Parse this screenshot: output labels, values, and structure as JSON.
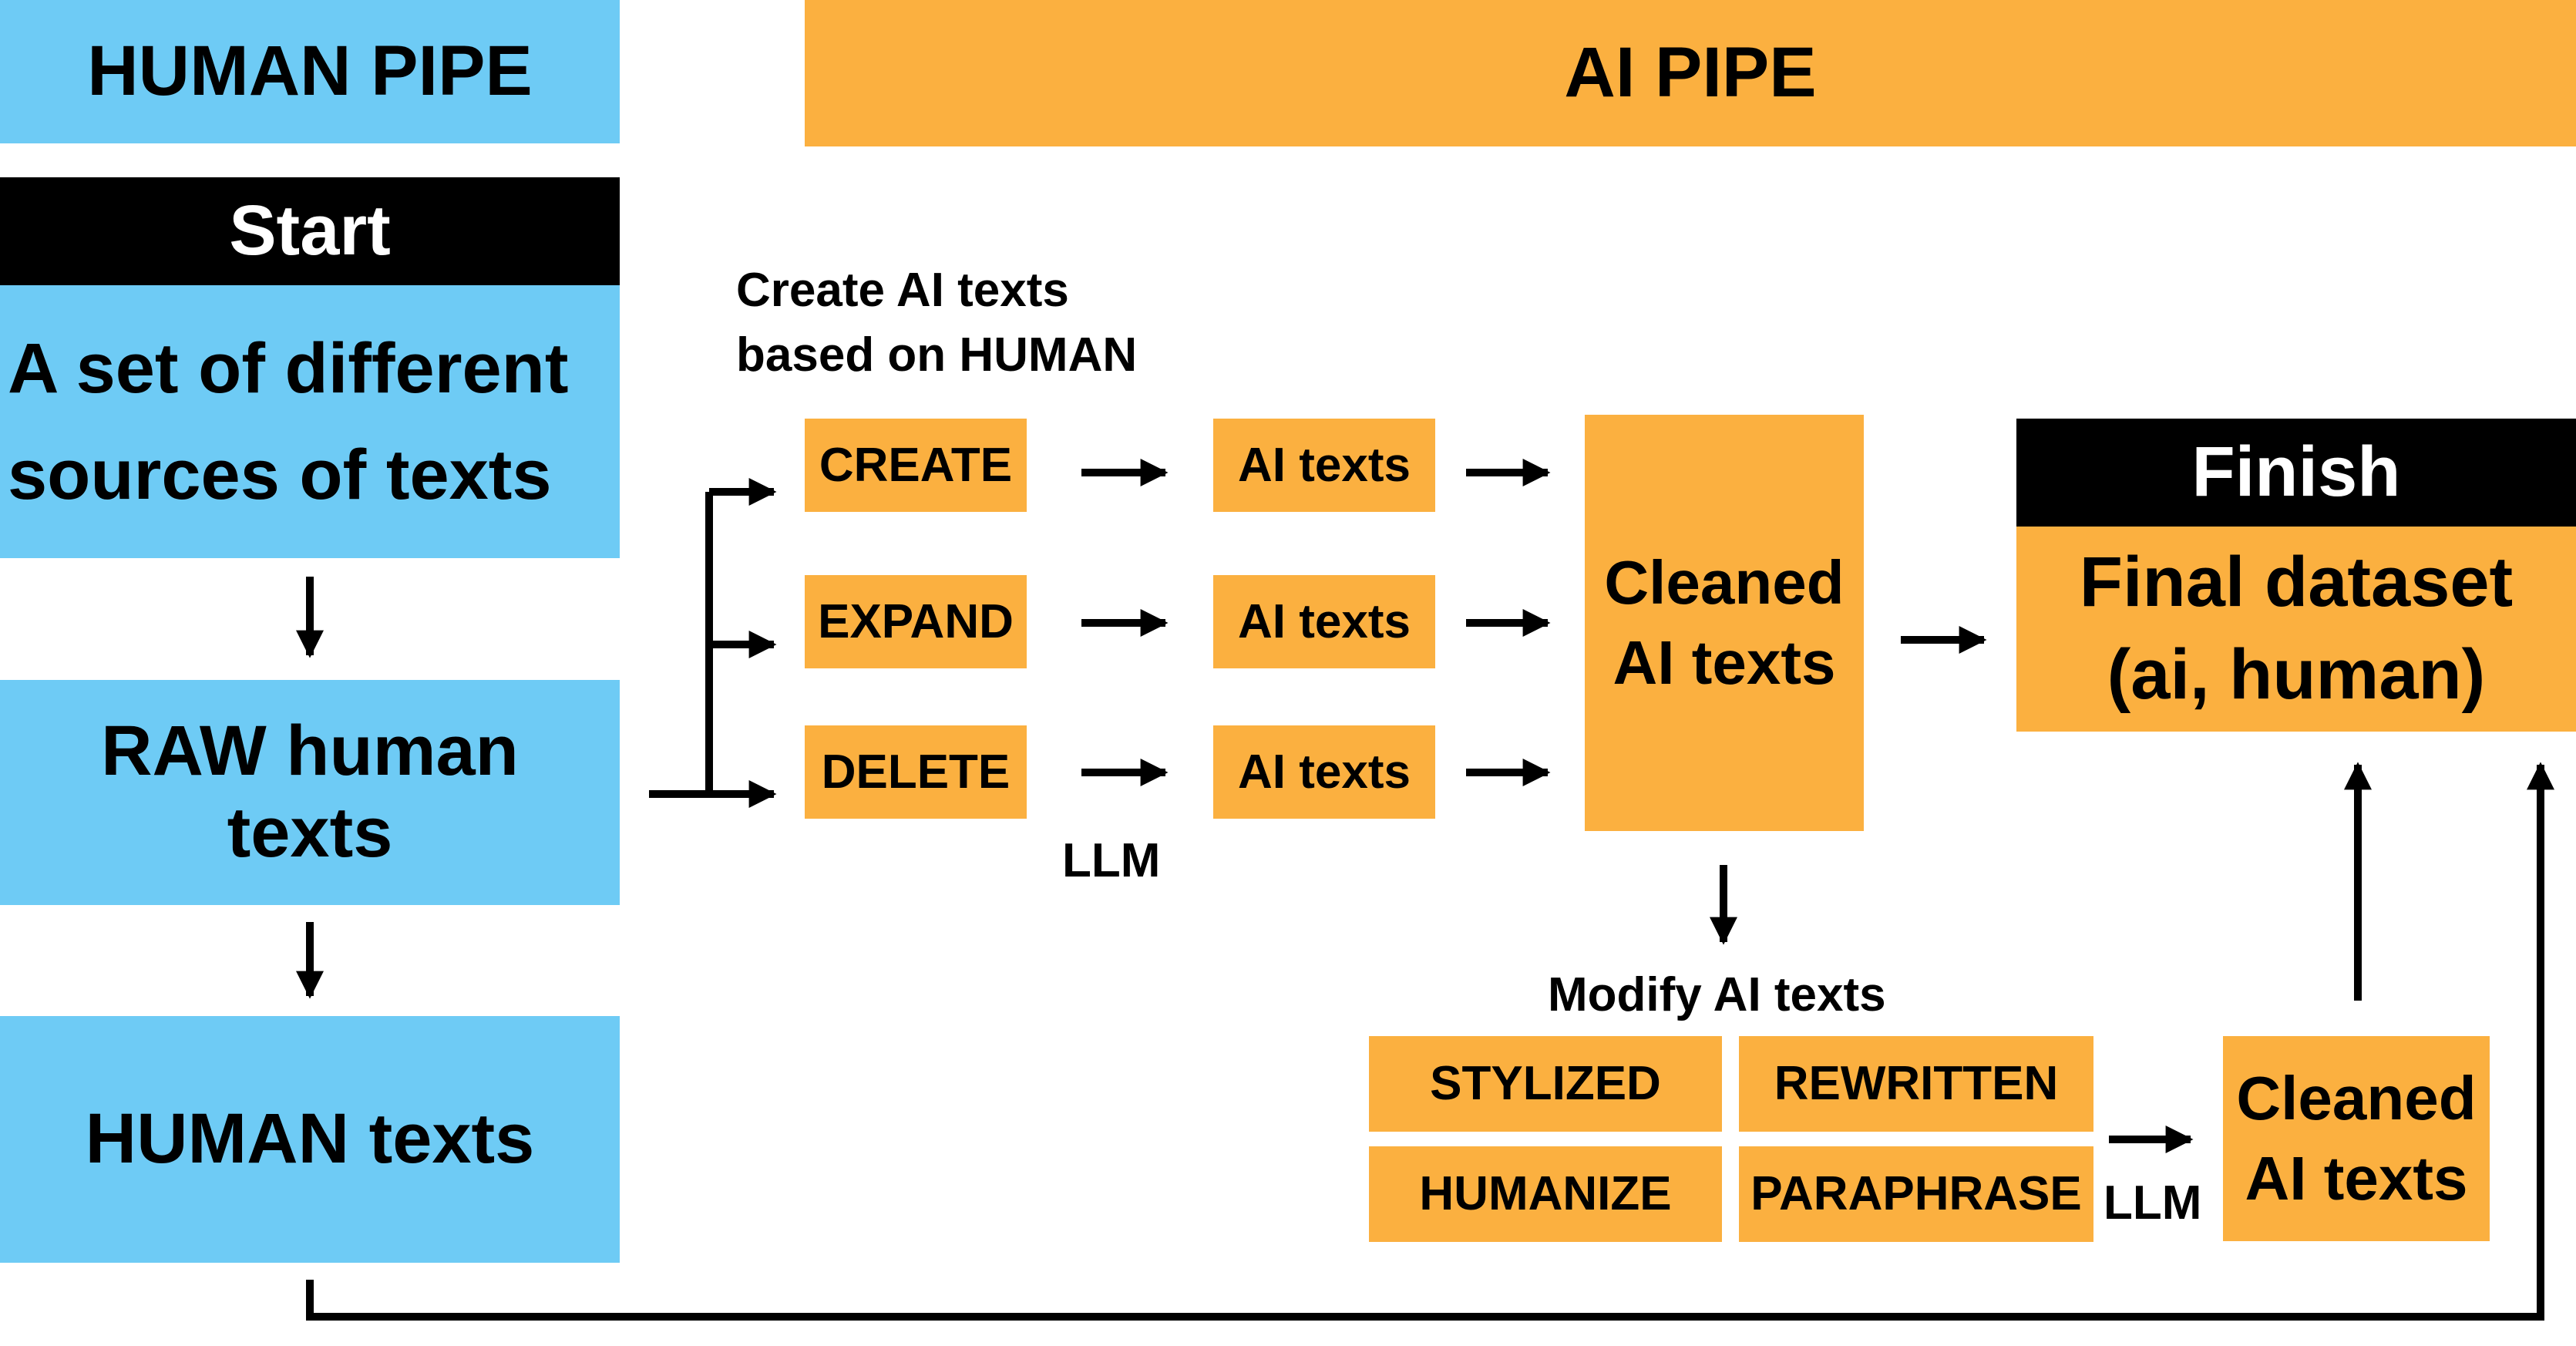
{
  "human_pipe": {
    "header": "HUMAN PIPE",
    "start_label": "Start",
    "sources_text": "A set of different sources of texts",
    "raw_text": "RAW human texts",
    "human_texts": "HUMAN texts"
  },
  "ai_pipe": {
    "header": "AI PIPE",
    "create_caption": "Create AI texts\nbased on HUMAN",
    "operations": [
      "CREATE",
      "EXPAND",
      "DELETE"
    ],
    "ai_texts_label": "AI texts",
    "llm_label": "LLM",
    "cleaned_label": "Cleaned\nAI texts",
    "modify_caption": "Modify AI texts",
    "modifications": [
      "STYLIZED",
      "REWRITTEN",
      "HUMANIZE",
      "PARAPHRASE"
    ],
    "llm2_label": "LLM",
    "cleaned2_label": "Cleaned\nAI texts"
  },
  "finish": {
    "label": "Finish",
    "dataset_text": "Final dataset\n(ai, human)"
  },
  "colors": {
    "human": "#6ecbf5",
    "ai": "#fbb040",
    "header_bg": "#000000"
  }
}
